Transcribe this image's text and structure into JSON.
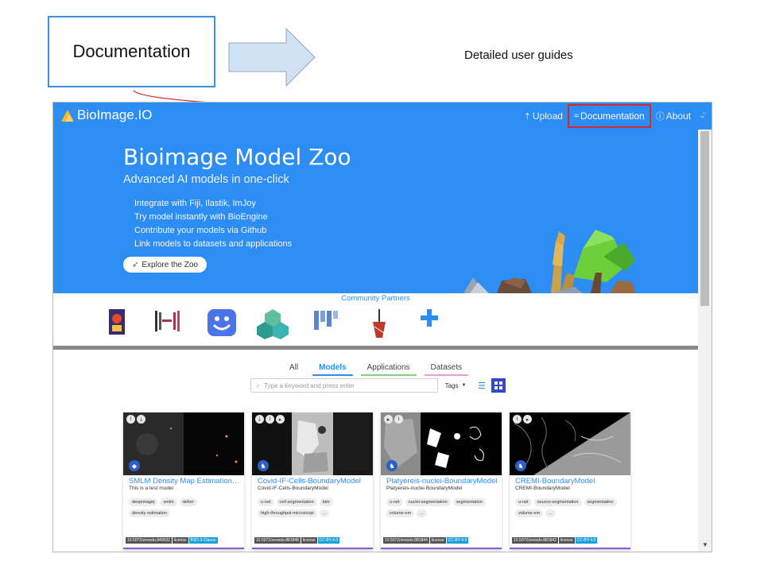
{
  "annotation": {
    "callout_label": "Documentation",
    "description": "Detailed user guides"
  },
  "navbar": {
    "brand": "BioImage.IO",
    "upload": "Upload",
    "documentation": "Documentation",
    "about": "About"
  },
  "hero": {
    "title": "Bioimage Model Zoo",
    "subtitle": "Advanced AI models in one-click",
    "features": [
      "Integrate with Fiji, Ilastik, ImJoy",
      "Try model instantly with BioEngine",
      "Contribute your models via Github",
      "Link models to datasets and applications"
    ],
    "explore_label": "Explore the Zoo"
  },
  "partners": {
    "title": "Community Partners"
  },
  "tabs": [
    "All",
    "Models",
    "Applications",
    "Datasets"
  ],
  "search": {
    "placeholder": "Type a keyword and press enter",
    "tags_label": "Tags"
  },
  "cards": [
    {
      "title": "SMLM Density Map Estimation ...",
      "description": "This is a test model",
      "tags": [
        "deepimagej",
        "smlm",
        "deforr",
        "density estimation"
      ],
      "doi": "10.5072/zenodo.849032",
      "license_label": "license",
      "license": "BSD-3-Clause"
    },
    {
      "title": "Covid-IF-Cells-BoundaryModel",
      "description": "Covid-IF-Cells-BoundaryModel",
      "tags": [
        "u-net",
        "cell-segmentation",
        "bim",
        "high-throughput-microscopi",
        "..."
      ],
      "doi": "10.5072/zenodo.881848",
      "license_label": "license",
      "license": "CC-BY-4.0"
    },
    {
      "title": "Platyereis-nuclei-BoundaryModel",
      "description": "Platyereis-nuclei-BoundaryModel",
      "tags": [
        "u-net",
        "nuclei-segmentation",
        "segmentation",
        "volume-em",
        "..."
      ],
      "doi": "10.5072/zenodo.881844",
      "license_label": "license",
      "license": "CC-BY-4.0"
    },
    {
      "title": "CREMI-BoundaryModel",
      "description": "CREMI-BoundaryModel",
      "tags": [
        "u-net",
        "neuron-segmentation",
        "segmentation",
        "volume-em",
        "..."
      ],
      "doi": "10.5072/zenodo.881842",
      "license_label": "license",
      "license": "CC-BY-4.0"
    }
  ],
  "colors": {
    "primary": "#2c8df4",
    "highlight": "#d62828",
    "license_badge": "#1aa1dc"
  }
}
